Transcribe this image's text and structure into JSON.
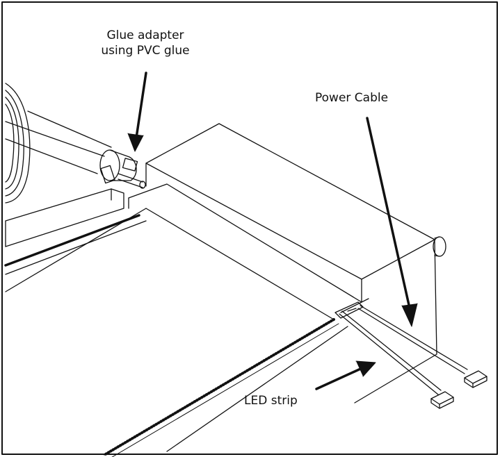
{
  "labels": {
    "glue_adapter_line1": "Glue adapter",
    "glue_adapter_line2": "using PVC glue",
    "power_cable": "Power Cable",
    "led_strip": "LED strip"
  },
  "colors": {
    "line": "#111111",
    "background": "#ffffff",
    "border": "#111111"
  }
}
